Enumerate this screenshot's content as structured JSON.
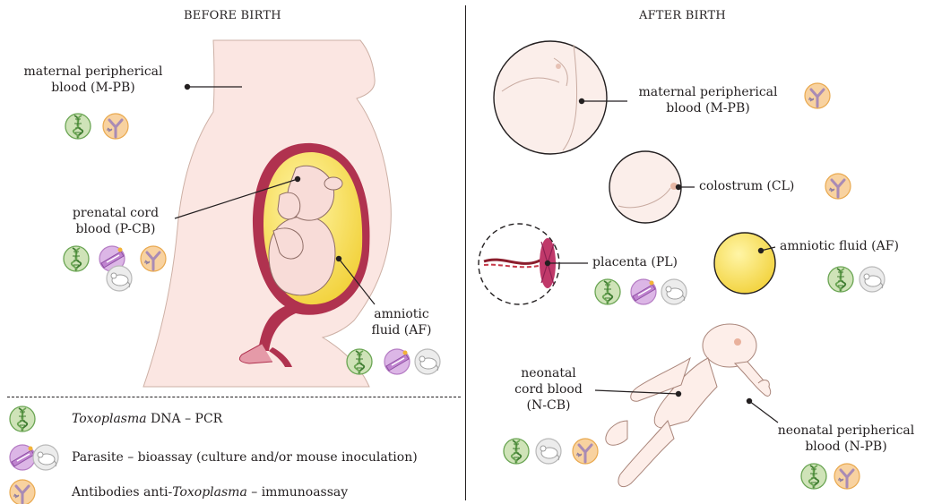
{
  "headers": {
    "before": "BEFORE BIRTH",
    "after": "AFTER BIRTH"
  },
  "before": {
    "maternal": [
      "maternal peripherical",
      "blood (M-PB)"
    ],
    "prenatal": [
      "prenatal cord",
      "blood (P-CB)"
    ],
    "amniotic": [
      "amniotic",
      "fluid (AF)"
    ]
  },
  "after": {
    "maternal": [
      "maternal peripherical",
      "blood (M-PB)"
    ],
    "colostrum": "colostrum (CL)",
    "placenta": "placenta (PL)",
    "amniotic": "amniotic fluid (AF)",
    "neonatal_cord": [
      "neonatal",
      "cord blood",
      "(N-CB)"
    ],
    "neonatal_peripheral": [
      "neonatal peripherical",
      "blood (N-PB)"
    ]
  },
  "legend": {
    "pcr_em": "Toxoplasma",
    "pcr_rest": " DNA – PCR",
    "bioassay": "Parasite – bioassay (culture and/or mouse inoculation)",
    "antibody_pre": "Antibodies anti-",
    "antibody_em": "Toxoplasma",
    "antibody_post": " – immunoassay"
  },
  "icons": {
    "dna": "dna-helix-icon",
    "parasite": "parasite-culture-icon",
    "mouse": "mouse-icon",
    "antibody": "antibody-icon"
  },
  "colors": {
    "skin": "#fbe6e2",
    "skin_outline": "#c9a99e",
    "uterus": "#b0324f",
    "amniotic": "#f4dc5a",
    "dna_bg": "#cfe3b8",
    "dna_ring": "#5d9b49",
    "antibody_bg": "#f7cf95",
    "parasite_bg": "#d8b1e2",
    "mouse_bg": "#e8e8e8"
  }
}
